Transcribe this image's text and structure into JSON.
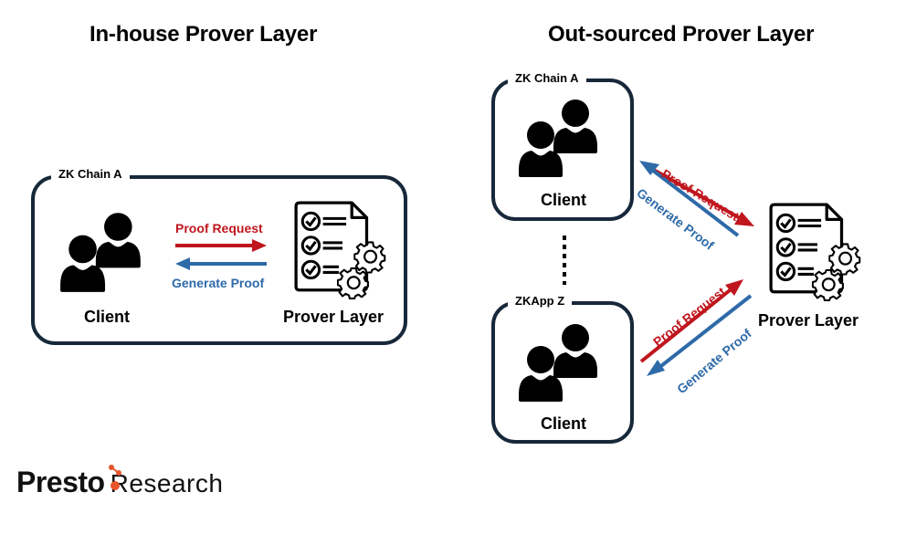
{
  "left_panel": {
    "title": "In-house Prover Layer",
    "chain_label": "ZK Chain A",
    "client_caption": "Client",
    "prover_caption": "Prover Layer",
    "request_label": "Proof Request",
    "response_label": "Generate Proof"
  },
  "right_panel": {
    "title": "Out-sourced Prover Layer",
    "top_box": {
      "label": "ZK Chain A",
      "client_caption": "Client",
      "request_label": "Proof Request",
      "response_label": "Generate Proof"
    },
    "bottom_box": {
      "label": "ZKApp Z",
      "client_caption": "Client",
      "request_label": "Proof Request",
      "response_label": "Generate Proof"
    },
    "prover_caption": "Prover Layer"
  },
  "colors": {
    "request": "#c0161e",
    "response": "#2e6aa8",
    "border": "#17283a",
    "logo_accent": "#e8552a"
  },
  "logo": {
    "brand": "Presto",
    "suffix": "Research"
  }
}
